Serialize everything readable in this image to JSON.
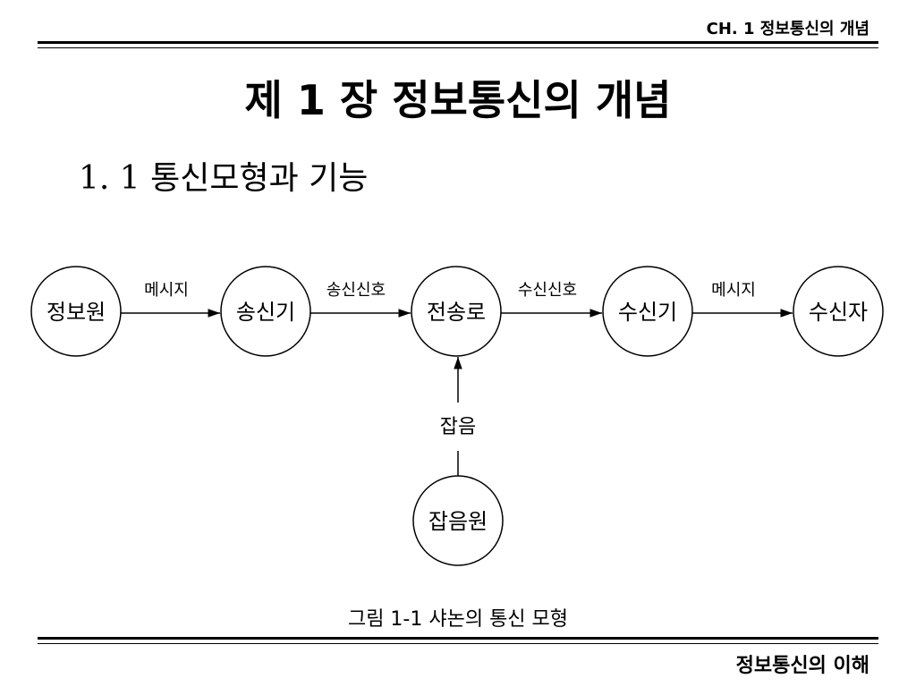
{
  "header": {
    "chapter_label": "CH. 1 정보통신의 개념"
  },
  "title": "제 1 장 정보통신의 개념",
  "section_heading": "1. 1 통신모형과 기능",
  "diagram": {
    "nodes": {
      "source": "정보원",
      "transmitter": "송신기",
      "channel": "전송로",
      "receiver": "수신기",
      "destination": "수신자",
      "noise_source": "잡음원"
    },
    "edges": {
      "message_in": "메시지",
      "transmit_signal": "송신신호",
      "receive_signal": "수신신호",
      "message_out": "메시지",
      "noise": "잡음"
    }
  },
  "caption": "그림 1-1 샤논의 통신 모형",
  "footer": {
    "label": "정보통신의 이해"
  }
}
